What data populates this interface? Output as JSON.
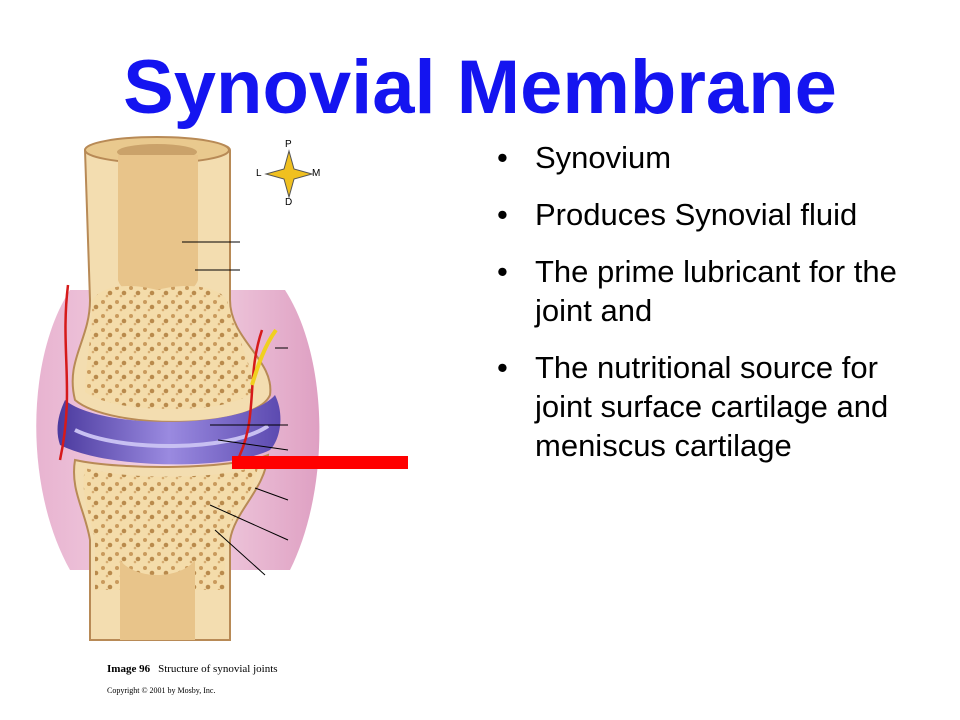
{
  "slide": {
    "title": "Synovial Membrane",
    "title_color": "#1414f0",
    "bullets": [
      "Synovium",
      "Produces Synovial fluid",
      "The prime lubricant for the joint and",
      "The nutritional source for joint surface cartilage and meniscus cartilage"
    ]
  },
  "figure": {
    "caption_label": "Image 96",
    "caption_text": "Structure of synovial joints",
    "copyright": "Copyright © 2001 by Mosby, Inc.",
    "compass": {
      "top": "P",
      "left": "L",
      "right": "M",
      "bottom": "D"
    },
    "colors": {
      "bone": "#f5dfb0",
      "marrow": "#e8c48a",
      "cartilage": "#7a6ac8",
      "synovium": "#c890c8",
      "pointer": "#ff0000"
    }
  }
}
